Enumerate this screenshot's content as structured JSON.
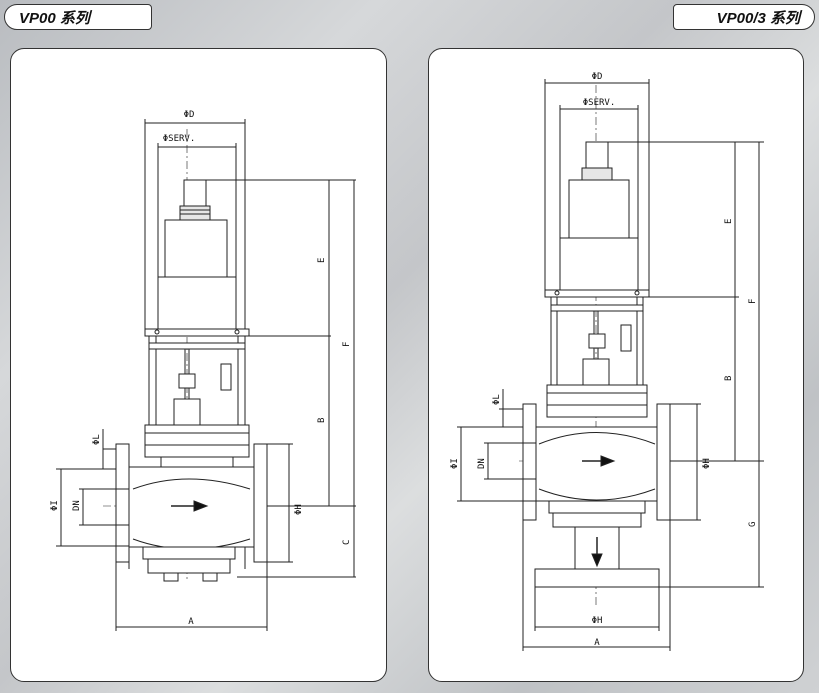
{
  "header": {
    "left_title": "VP00 系列",
    "right_title": "VP00/3 系列"
  },
  "left_drawing": {
    "D": "ΦD",
    "SERV": "ΦSERV.",
    "E": "E",
    "F": "F",
    "B": "B",
    "C": "C",
    "L": "ΦL",
    "I": "ΦI",
    "DN": "DN",
    "H": "ΦH",
    "A": "A"
  },
  "right_drawing": {
    "D": "ΦD",
    "SERV": "ΦSERV.",
    "E": "E",
    "F": "F",
    "B": "B",
    "G": "G",
    "L": "ΦL",
    "I": "ΦI",
    "DN": "DN",
    "H_side": "ΦH",
    "H_bottom": "ΦH",
    "A": "A"
  }
}
